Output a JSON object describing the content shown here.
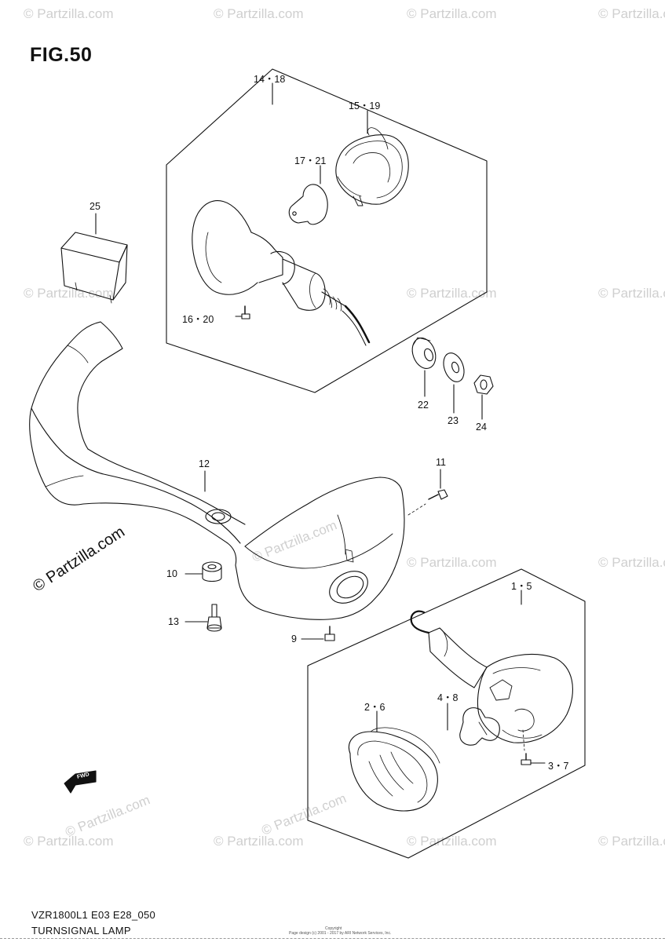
{
  "figure": {
    "title": "FIG.50",
    "code": "VZR1800L1 E03 E28_050",
    "name": "TURNSIGNAL LAMP"
  },
  "callouts": {
    "c14_18": "14・18",
    "c15_19": "15・19",
    "c17_21": "17・21",
    "c25": "25",
    "c16_20": "16・20",
    "c22": "22",
    "c23": "23",
    "c24": "24",
    "c12": "12",
    "c11": "11",
    "c10": "10",
    "c13": "13",
    "c9": "9",
    "c1_5": "1・5",
    "c2_6": "2・6",
    "c4_8": "4・8",
    "c3_7": "3・7"
  },
  "watermark": {
    "small": "© Partzilla.com",
    "big": "© Partzilla.com"
  },
  "fwd_label": "FWD",
  "copyright": {
    "line1": "Copyright",
    "line2": "Page design (c) 2001 - 2017 by ARI Network Services, Inc."
  }
}
